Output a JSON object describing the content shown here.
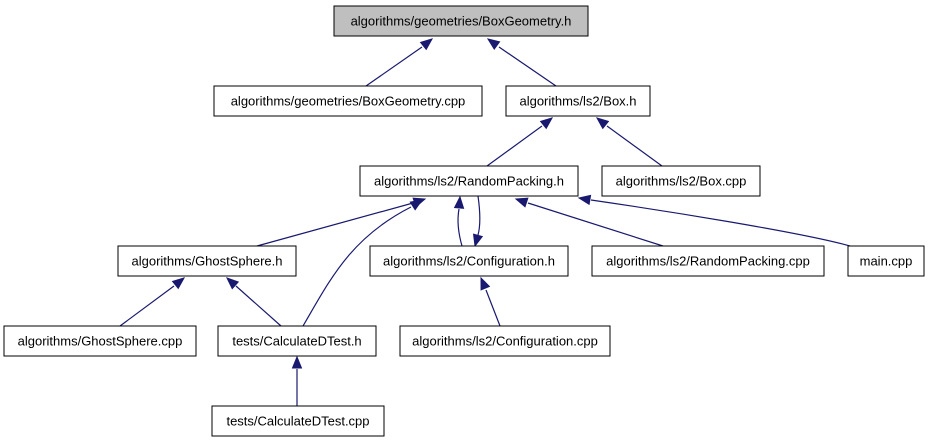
{
  "diagram": {
    "colors": {
      "highlight_fill": "#bfbfbf",
      "node_fill": "#ffffff",
      "node_border": "#000000",
      "edge": "#191970"
    },
    "nodes": [
      {
        "id": "boxgeometry-h",
        "label": "algorithms/geometries/BoxGeometry.h",
        "highlighted": true
      },
      {
        "id": "boxgeometry-cpp",
        "label": "algorithms/geometries/BoxGeometry.cpp"
      },
      {
        "id": "box-h",
        "label": "algorithms/ls2/Box.h"
      },
      {
        "id": "randompacking-h",
        "label": "algorithms/ls2/RandomPacking.h"
      },
      {
        "id": "box-cpp",
        "label": "algorithms/ls2/Box.cpp"
      },
      {
        "id": "ghostsphere-h",
        "label": "algorithms/GhostSphere.h"
      },
      {
        "id": "configuration-h",
        "label": "algorithms/ls2/Configuration.h"
      },
      {
        "id": "randompacking-cpp",
        "label": "algorithms/ls2/RandomPacking.cpp"
      },
      {
        "id": "main-cpp",
        "label": "main.cpp"
      },
      {
        "id": "ghostsphere-cpp",
        "label": "algorithms/GhostSphere.cpp"
      },
      {
        "id": "calculatedtest-h",
        "label": "tests/CalculateDTest.h"
      },
      {
        "id": "configuration-cpp",
        "label": "algorithms/ls2/Configuration.cpp"
      },
      {
        "id": "calculatedtest-cpp",
        "label": "tests/CalculateDTest.cpp"
      }
    ],
    "edges": [
      {
        "from": "boxgeometry-cpp",
        "to": "boxgeometry-h"
      },
      {
        "from": "box-h",
        "to": "boxgeometry-h"
      },
      {
        "from": "randompacking-h",
        "to": "box-h"
      },
      {
        "from": "box-cpp",
        "to": "box-h"
      },
      {
        "from": "ghostsphere-h",
        "to": "randompacking-h"
      },
      {
        "from": "calculatedtest-h",
        "to": "randompacking-h"
      },
      {
        "from": "configuration-h",
        "to": "randompacking-h"
      },
      {
        "from": "randompacking-h",
        "to": "configuration-h"
      },
      {
        "from": "randompacking-cpp",
        "to": "randompacking-h"
      },
      {
        "from": "main-cpp",
        "to": "randompacking-h"
      },
      {
        "from": "ghostsphere-cpp",
        "to": "ghostsphere-h"
      },
      {
        "from": "calculatedtest-h",
        "to": "ghostsphere-h"
      },
      {
        "from": "configuration-cpp",
        "to": "configuration-h"
      },
      {
        "from": "calculatedtest-cpp",
        "to": "calculatedtest-h"
      }
    ]
  }
}
